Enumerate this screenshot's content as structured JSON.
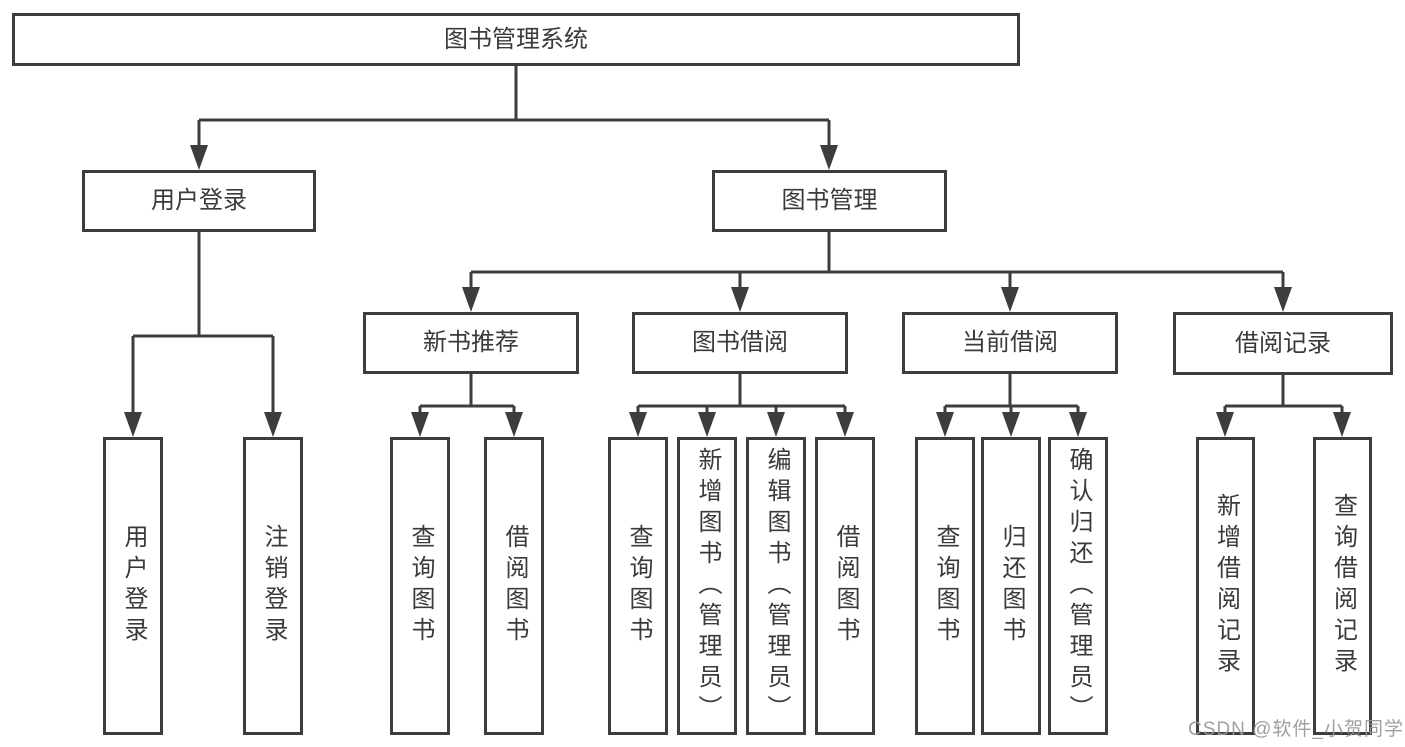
{
  "diagram": {
    "root": {
      "label": "图书管理系统"
    },
    "level2": [
      {
        "label": "用户登录"
      },
      {
        "label": "图书管理"
      }
    ],
    "level3": [
      {
        "label": "新书推荐"
      },
      {
        "label": "图书借阅"
      },
      {
        "label": "当前借阅"
      },
      {
        "label": "借阅记录"
      }
    ],
    "leaves": [
      {
        "parent": "用户登录",
        "label": "用户登录"
      },
      {
        "parent": "用户登录",
        "label": "注销登录"
      },
      {
        "parent": "新书推荐",
        "label": "查询图书"
      },
      {
        "parent": "新书推荐",
        "label": "借阅图书"
      },
      {
        "parent": "图书借阅",
        "label": "查询图书"
      },
      {
        "parent": "图书借阅",
        "label": "新增图书（管理员）"
      },
      {
        "parent": "图书借阅",
        "label": "编辑图书（管理员）"
      },
      {
        "parent": "图书借阅",
        "label": "借阅图书"
      },
      {
        "parent": "当前借阅",
        "label": "查询图书"
      },
      {
        "parent": "当前借阅",
        "label": "归还图书"
      },
      {
        "parent": "当前借阅",
        "label": "确认归还（管理员）"
      },
      {
        "parent": "借阅记录",
        "label": "新增借阅记录"
      },
      {
        "parent": "借阅记录",
        "label": "查询借阅记录"
      }
    ]
  },
  "watermark": "CSDN @软件_小贺同学",
  "colors": {
    "line": "#3d3d3d",
    "text": "#3a3a3a",
    "background": "#ffffff",
    "watermark": "#989898"
  }
}
